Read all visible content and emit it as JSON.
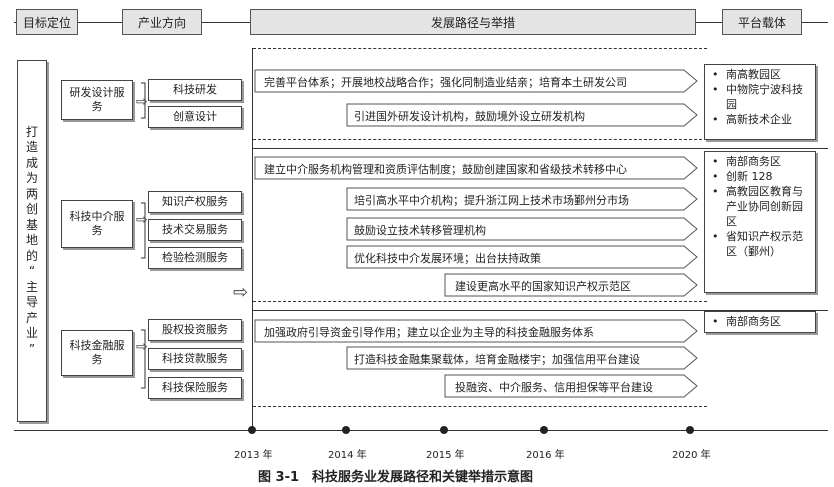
{
  "header": {
    "goal": "目标定位",
    "direction": "产业方向",
    "path": "发展路径与举措",
    "carrier": "平台载体"
  },
  "goal_text": [
    "打",
    "造",
    "成",
    "为",
    "两",
    "创",
    "基",
    "地",
    "的",
    "“",
    "主",
    "导",
    "产",
    "业",
    "”"
  ],
  "groups": [
    {
      "name": "研发设计服务",
      "items": [
        "科技研发",
        "创意设计"
      ],
      "measures": [
        "完善平台体系；开展地校战略合作；强化同制造业结亲；培育本土研发公司",
        "引进国外研发设计机构，鼓励境外设立研发机构"
      ],
      "carriers": [
        "南高教园区",
        "中物院宁波科技园",
        "高新技术企业"
      ]
    },
    {
      "name": "科技中介服务",
      "items": [
        "知识产权服务",
        "技术交易服务",
        "检验检测服务"
      ],
      "measures": [
        "建立中介服务机构管理和资质评估制度；鼓励创建国家和省级技术转移中心",
        "培引高水平中介机构；提升浙江网上技术市场鄞州分市场",
        "鼓励设立技术转移管理机构",
        "优化科技中介发展环境；出台扶持政策",
        "建设更高水平的国家知识产权示范区"
      ],
      "carriers": [
        "南部商务区",
        "创新 128",
        "高教园区教育与产业协同创新园区",
        "省知识产权示范区（鄞州）"
      ]
    },
    {
      "name": "科技金融服务",
      "items": [
        "股权投资服务",
        "科技贷款服务",
        "科技保险服务"
      ],
      "measures": [
        "加强政府引导资金引导作用；建立以企业为主导的科技金融服务体系",
        "打造科技金融集聚载体，培育金融楼宇；加强信用平台建设",
        "投融资、中介服务、信用担保等平台建设"
      ],
      "carriers": [
        "南部商务区"
      ]
    }
  ],
  "timeline": [
    "2013 年",
    "2014 年",
    "2015 年",
    "2016 年",
    "2020 年"
  ],
  "caption": "图 3-1　科技服务业发展路径和关键举措示意图",
  "colors": {
    "header_bg": "#e4e4e4",
    "line": "#333333",
    "shadow": "#9a9a9a"
  }
}
